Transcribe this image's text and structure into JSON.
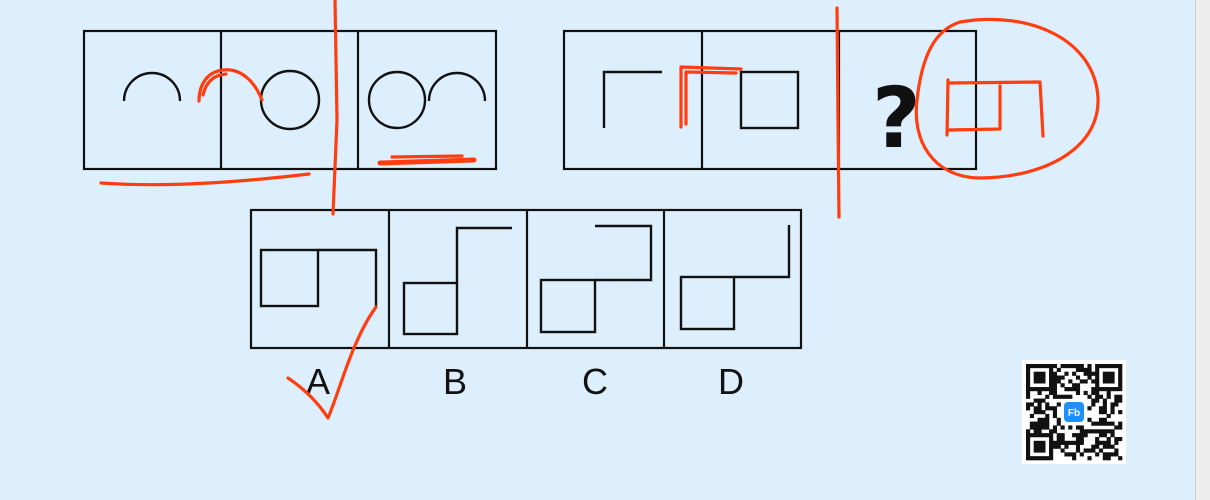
{
  "puzzle": {
    "question_mark": "?",
    "options": [
      {
        "label": "A"
      },
      {
        "label": "B"
      },
      {
        "label": "C"
      },
      {
        "label": "D"
      }
    ]
  },
  "annotation": {
    "color": "#ff3d0f"
  },
  "badge": {
    "logo_text": "Fb",
    "logo_color": "#1e8fff"
  }
}
